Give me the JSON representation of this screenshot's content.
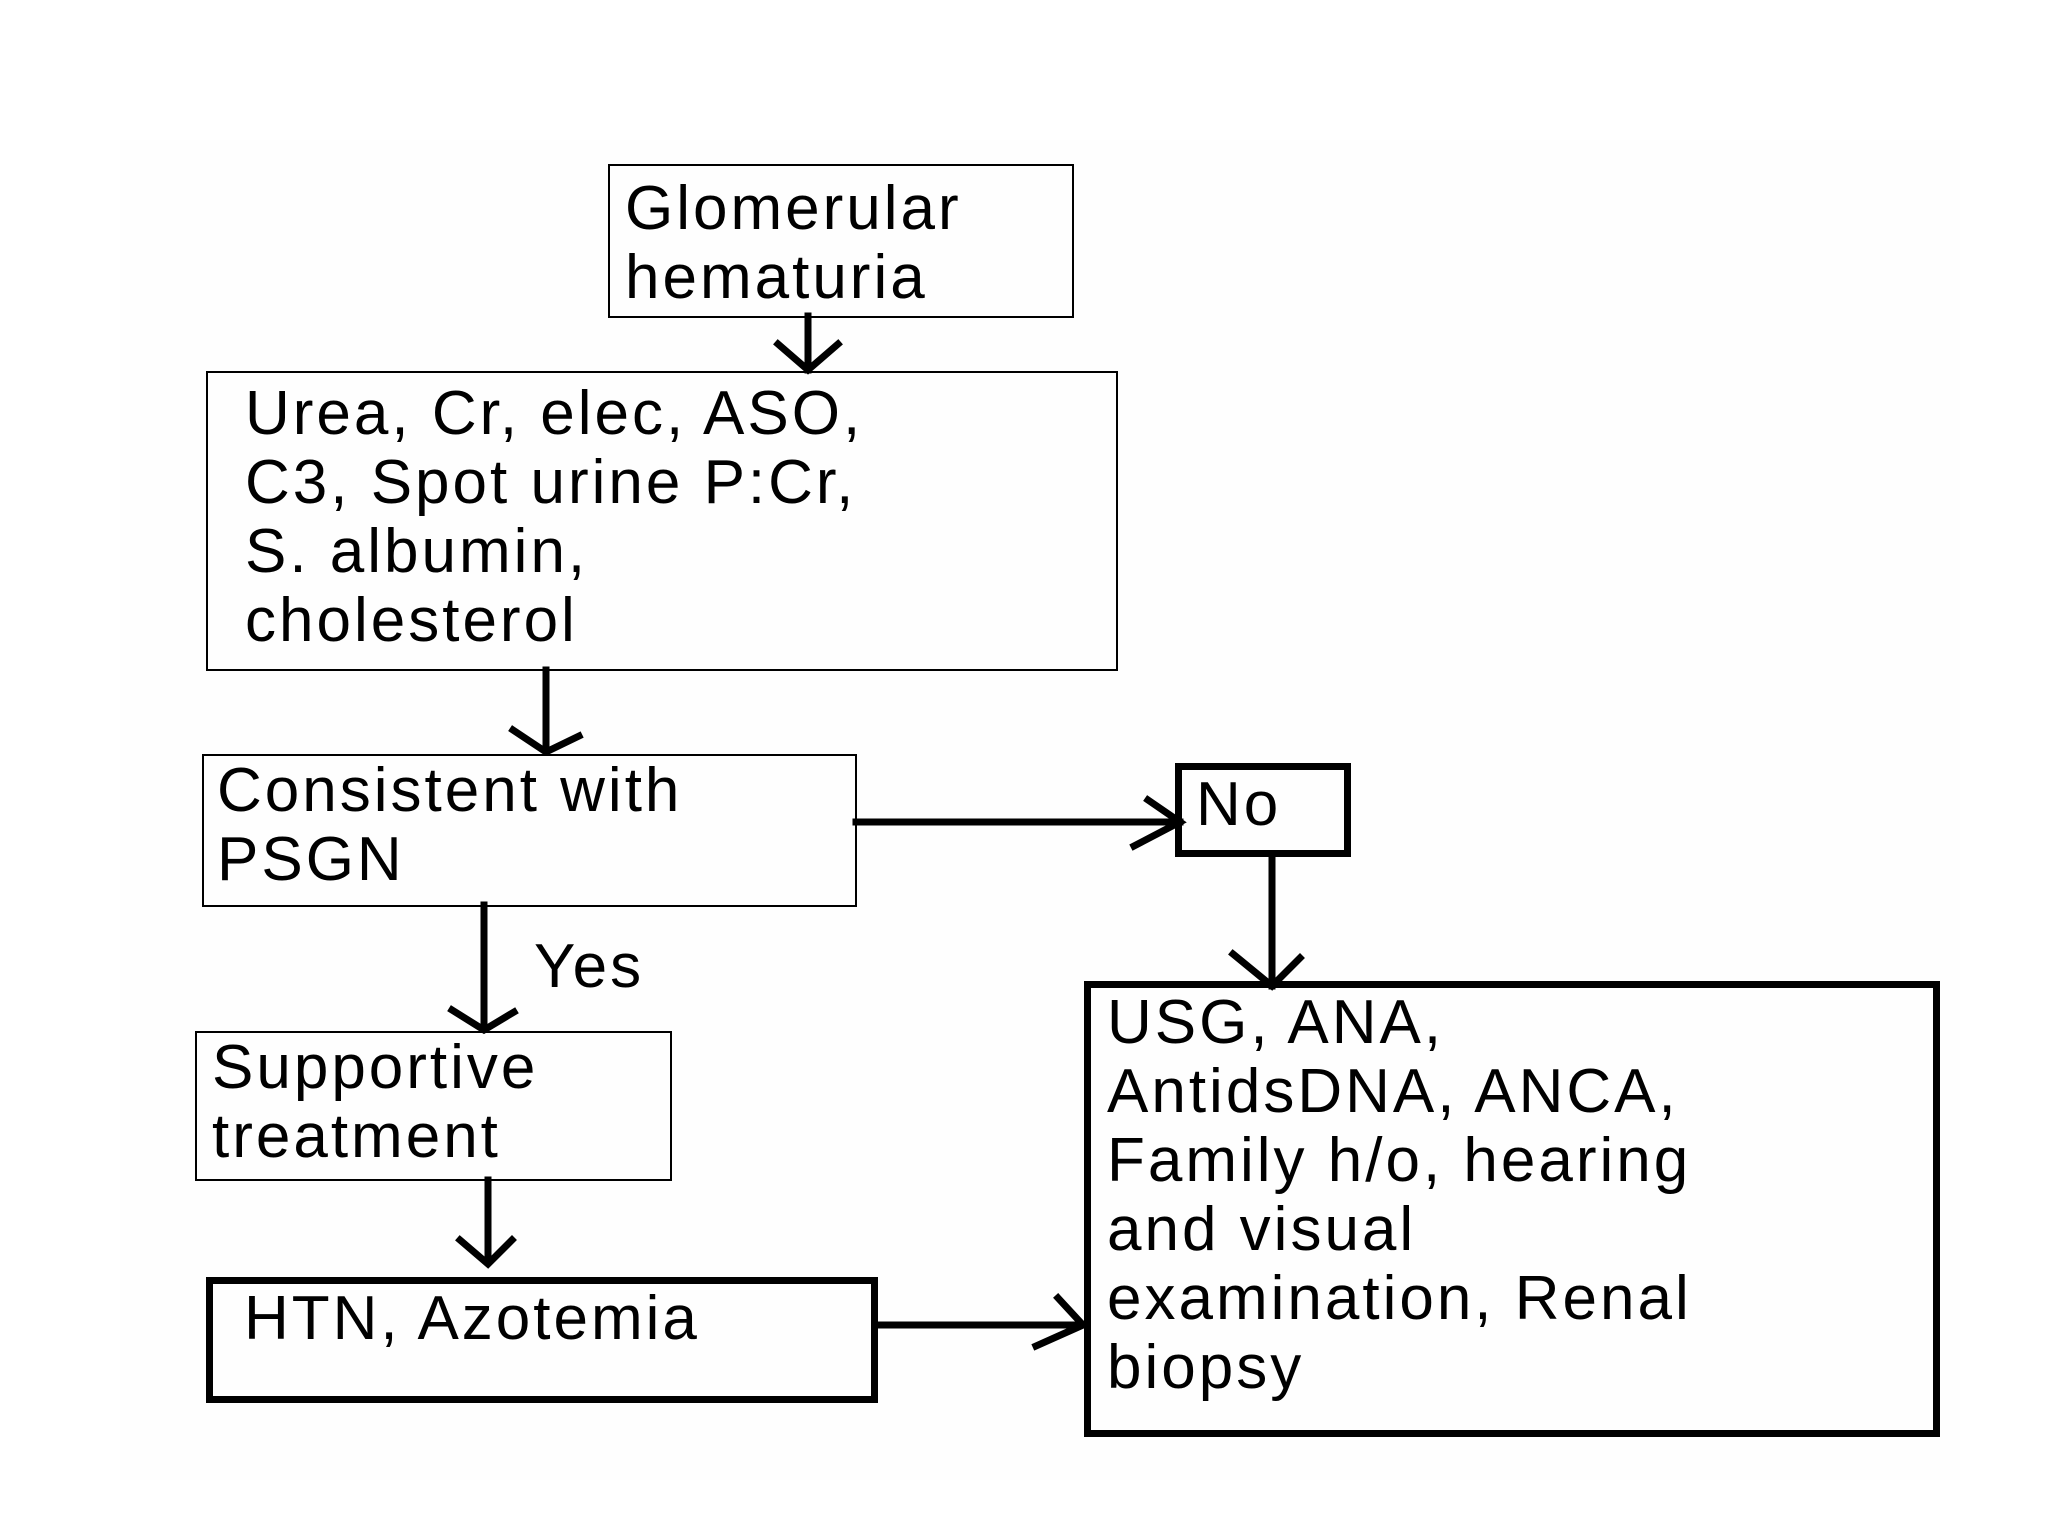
{
  "diagram": {
    "nodes": {
      "glomerular": {
        "lines": [
          "Glomerular",
          "hematuria"
        ]
      },
      "tests": {
        "lines": [
          "Urea, Cr, elec, ASO,",
          "C3, Spot urine P:Cr,",
          "S. albumin,",
          "cholesterol"
        ]
      },
      "psgn": {
        "lines": [
          "Consistent with",
          "PSGN"
        ]
      },
      "no": {
        "lines": [
          "No"
        ]
      },
      "supportive": {
        "lines": [
          "Supportive",
          "treatment"
        ]
      },
      "htn": {
        "lines": [
          "HTN, Azotemia"
        ]
      },
      "workup": {
        "lines": [
          "USG, ANA,",
          "AntidsDNA, ANCA,",
          "Family h/o, hearing",
          "and visual",
          "examination, Renal",
          "biopsy"
        ]
      }
    },
    "edge_labels": {
      "yes": "Yes"
    },
    "edges": [
      [
        "glomerular",
        "tests"
      ],
      [
        "tests",
        "psgn"
      ],
      [
        "psgn",
        "no"
      ],
      [
        "psgn",
        "supportive"
      ],
      [
        "no",
        "workup"
      ],
      [
        "supportive",
        "htn"
      ],
      [
        "htn",
        "workup"
      ]
    ]
  }
}
